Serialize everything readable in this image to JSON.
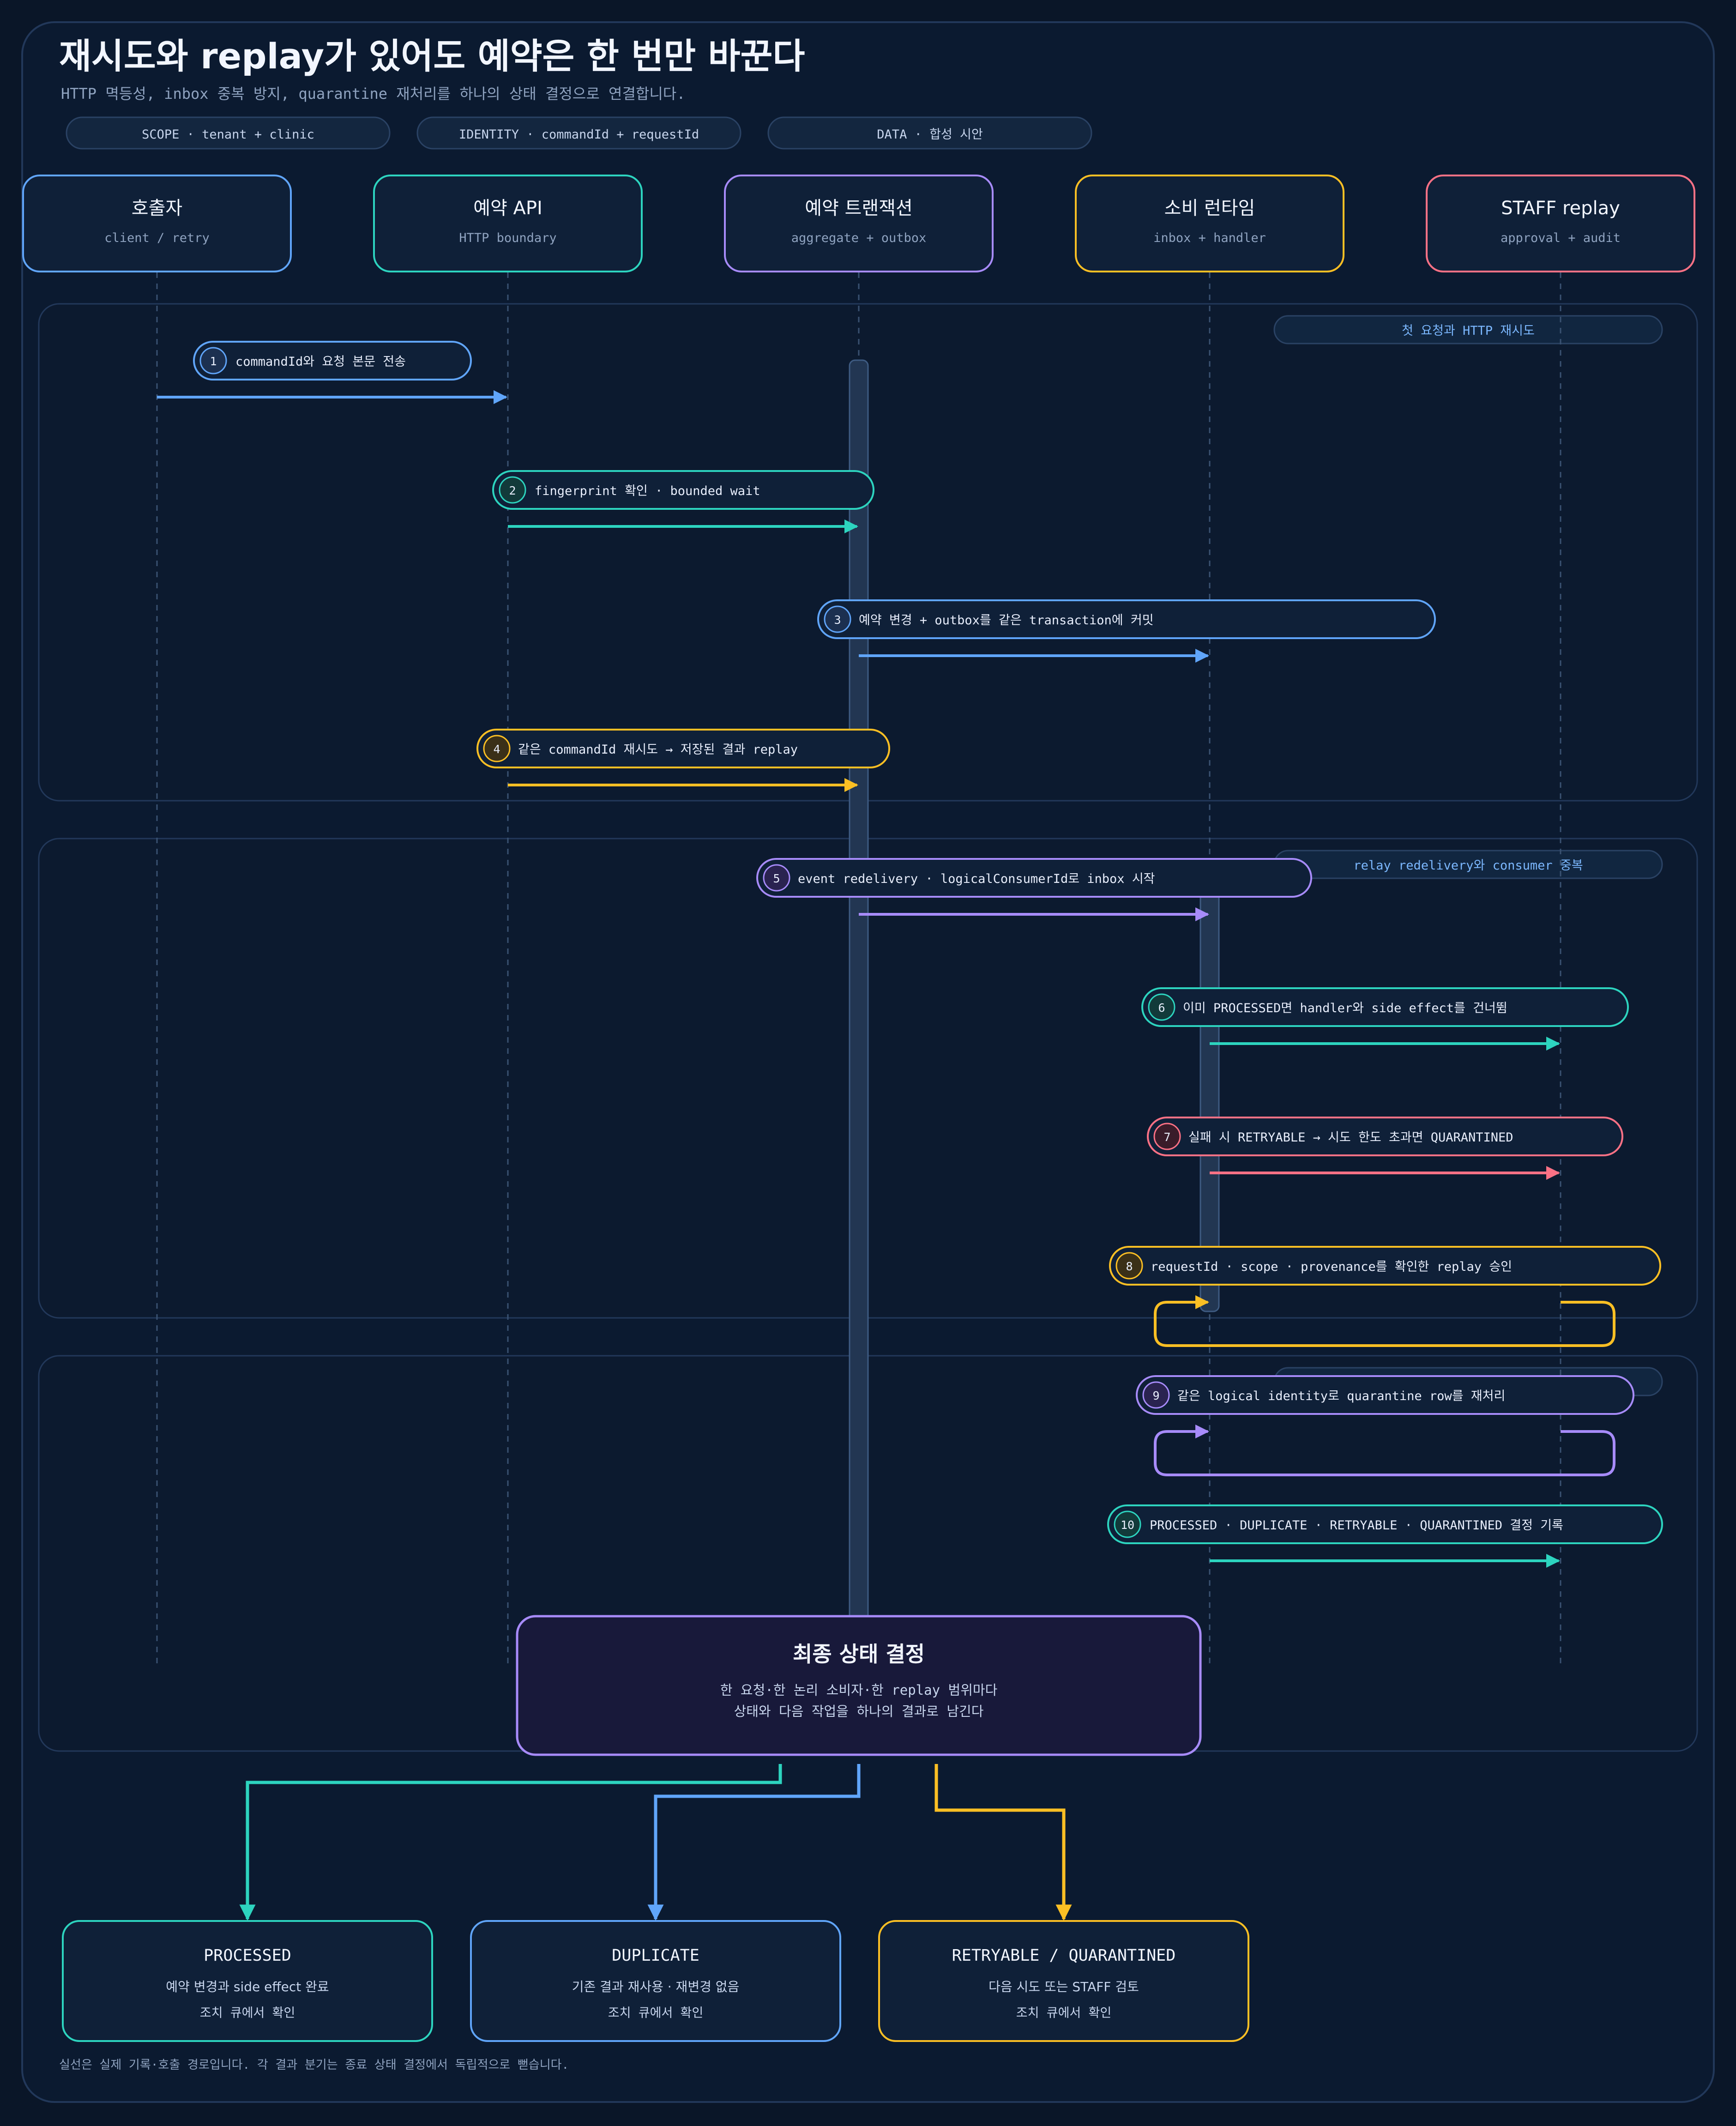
{
  "header": {
    "title": "재시도와 replay가 있어도 예약은 한 번만 바꾼다",
    "subtitle": "HTTP 멱등성, inbox 중복 방지, quarantine 재처리를 하나의 상태 결정으로 연결합니다."
  },
  "chips": [
    "SCOPE · tenant + clinic",
    "IDENTITY · commandId + requestId",
    "DATA · 합성 시안"
  ],
  "participants": [
    {
      "name": "호출자",
      "sub": "client / retry",
      "color": "#60a5fa"
    },
    {
      "name": "예약 API",
      "sub": "HTTP boundary",
      "color": "#2dd4bf"
    },
    {
      "name": "예약 트랜잭션",
      "sub": "aggregate + outbox",
      "color": "#a78bfa"
    },
    {
      "name": "소비 런타임",
      "sub": "inbox + handler",
      "color": "#fbbf24"
    },
    {
      "name": "STAFF replay",
      "sub": "approval + audit",
      "color": "#fb7185"
    }
  ],
  "groups": [
    {
      "label": "첫 요청과 HTTP 재시도"
    },
    {
      "label": "relay redelivery와 consumer 중복"
    },
    {
      "label": ""
    }
  ],
  "steps": [
    {
      "num": "1",
      "text": "commandId와 요청 본문 전송",
      "color": "#60a5fa"
    },
    {
      "num": "2",
      "text": "fingerprint 확인 · bounded wait",
      "color": "#2dd4bf"
    },
    {
      "num": "3",
      "text": "예약 변경 + outbox를 같은 transaction에 커밋",
      "color": "#60a5fa"
    },
    {
      "num": "4",
      "text": "같은 commandId 재시도 → 저장된 결과 replay",
      "color": "#fbbf24"
    },
    {
      "num": "5",
      "text": "event redelivery · logicalConsumerId로 inbox 시작",
      "color": "#a78bfa"
    },
    {
      "num": "6",
      "text": "이미 PROCESSED면 handler와 side effect를 건너뜀",
      "color": "#2dd4bf"
    },
    {
      "num": "7",
      "text": "실패 시 RETRYABLE → 시도 한도 초과면 QUARANTINED",
      "color": "#fb7185"
    },
    {
      "num": "8",
      "text": "requestId · scope · provenance를 확인한 replay 승인",
      "color": "#fbbf24"
    },
    {
      "num": "9",
      "text": "같은 logical identity로 quarantine row를 재처리",
      "color": "#a78bfa"
    },
    {
      "num": "10",
      "text": "PROCESSED · DUPLICATE · RETRYABLE · QUARANTINED 결정 기록",
      "color": "#2dd4bf"
    }
  ],
  "decision": {
    "title": "최종 상태 결정",
    "line1": "한 요청·한 논리 소비자·한 replay 범위마다",
    "line2": "상태와 다음 작업을 하나의 결과로 남긴다"
  },
  "outcomes": [
    {
      "title": "PROCESSED",
      "desc": "예약 변경과 side effect 완료",
      "note": "조치 큐에서 확인",
      "color": "#2dd4bf"
    },
    {
      "title": "DUPLICATE",
      "desc": "기존 결과 재사용 · 재변경 없음",
      "note": "조치 큐에서 확인",
      "color": "#60a5fa"
    },
    {
      "title": "RETRYABLE / QUARANTINED",
      "desc": "다음 시도 또는 STAFF 검토",
      "note": "조치 큐에서 확인",
      "color": "#fbbf24"
    }
  ],
  "footer": "실선은 실제 기록·호출 경로입니다. 각 결과 분기는 종료 상태 결정에서 독립적으로 뻗습니다.",
  "colors": {
    "background": "#0a1628",
    "panel": "#0f2038",
    "border": "#22385a",
    "text": "#e8eefc",
    "muted": "#8fa3c0"
  }
}
